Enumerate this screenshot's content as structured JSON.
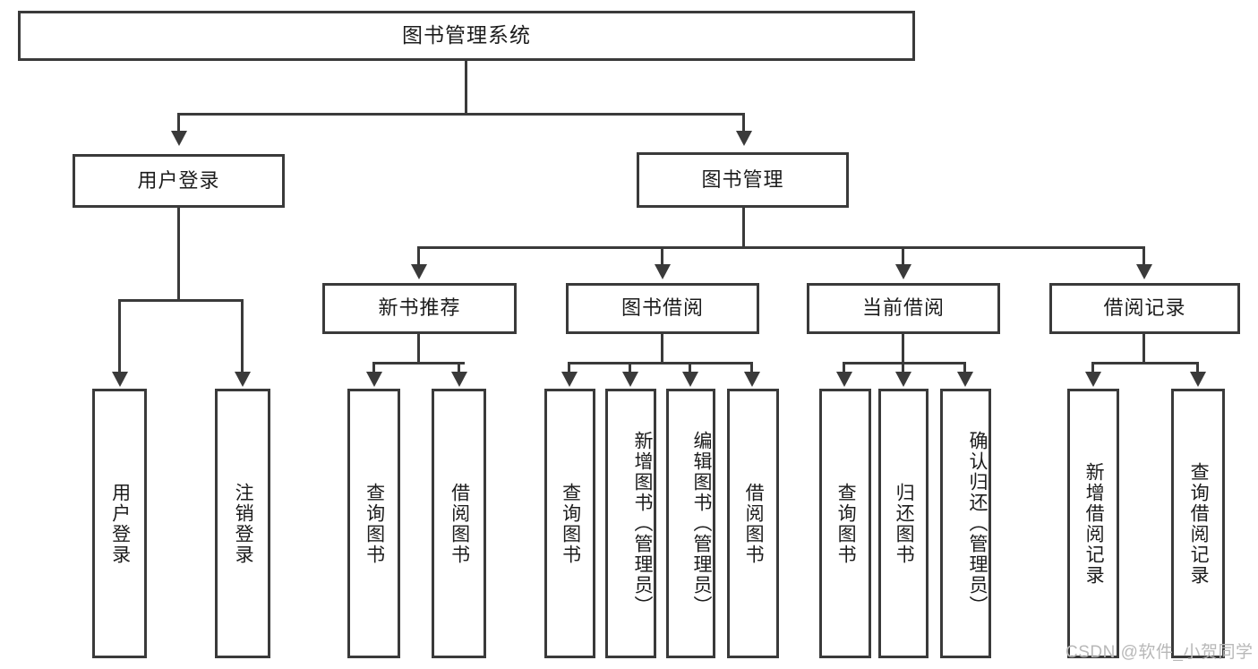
{
  "diagram": {
    "title": "图书管理系统",
    "type": "hierarchy-tree",
    "root": {
      "label": "图书管理系统"
    },
    "level2": [
      {
        "label": "用户登录"
      },
      {
        "label": "图书管理"
      }
    ],
    "level3": [
      {
        "label": "新书推荐"
      },
      {
        "label": "图书借阅"
      },
      {
        "label": "当前借阅"
      },
      {
        "label": "借阅记录"
      }
    ],
    "leaves": {
      "user_login": [
        {
          "label": "用户登录"
        },
        {
          "label": "注销登录"
        }
      ],
      "new_book_recommend": [
        {
          "label": "查询图书"
        },
        {
          "label": "借阅图书"
        }
      ],
      "book_borrow": [
        {
          "label": "查询图书"
        },
        {
          "label": "新增图书（管理员）"
        },
        {
          "label": "编辑图书（管理员）"
        },
        {
          "label": "借阅图书"
        }
      ],
      "current_borrow": [
        {
          "label": "查询图书"
        },
        {
          "label": "归还图书"
        },
        {
          "label": "确认归还（管理员）"
        }
      ],
      "borrow_record": [
        {
          "label": "新增借阅记录"
        },
        {
          "label": "查询借阅记录"
        }
      ]
    }
  },
  "watermark": {
    "text": "CSDN @软件_小贺同学"
  },
  "colors": {
    "stroke": "#3a3a3a",
    "text": "#1c1c1c",
    "background": "#ffffff",
    "watermark": "#b8b8b8"
  }
}
